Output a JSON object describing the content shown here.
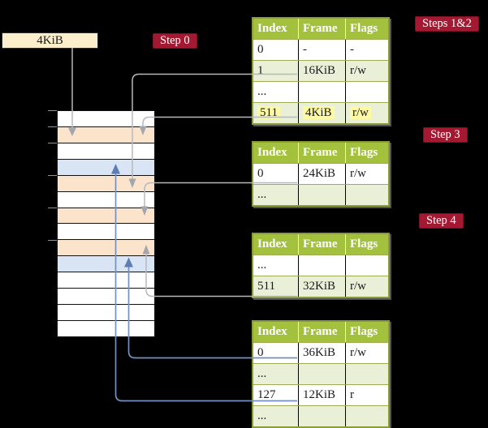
{
  "legend_box": {
    "label": "4KiB"
  },
  "badges": {
    "step0": "Step 0",
    "steps12": "Steps 1&2",
    "step3": "Step 3",
    "step4": "Step 4"
  },
  "table_headers": [
    "Index",
    "Frame",
    "Flags"
  ],
  "tables": [
    {
      "label": "page-table-steps-1-2",
      "rows": [
        {
          "cells": [
            "0",
            "-",
            "-"
          ],
          "shade": false,
          "highlight": false
        },
        {
          "cells": [
            "1",
            "16KiB",
            "r/w"
          ],
          "shade": true,
          "highlight": false
        },
        {
          "cells": [
            "...",
            "",
            ""
          ],
          "shade": false,
          "highlight": false
        },
        {
          "cells": [
            "511",
            "4KiB",
            "r/w"
          ],
          "shade": true,
          "highlight": true
        }
      ]
    },
    {
      "label": "page-table-step-3",
      "rows": [
        {
          "cells": [
            "0",
            "24KiB",
            "r/w"
          ],
          "shade": false,
          "highlight": false
        },
        {
          "cells": [
            "...",
            "",
            ""
          ],
          "shade": true,
          "highlight": false
        }
      ]
    },
    {
      "label": "page-table-step-4",
      "rows": [
        {
          "cells": [
            "...",
            "",
            ""
          ],
          "shade": false,
          "highlight": false
        },
        {
          "cells": [
            "511",
            "32KiB",
            "r/w"
          ],
          "shade": true,
          "highlight": false
        }
      ]
    },
    {
      "label": "page-table-final",
      "rows": [
        {
          "cells": [
            "0",
            "36KiB",
            "r/w"
          ],
          "shade": false,
          "highlight": false
        },
        {
          "cells": [
            "...",
            "",
            ""
          ],
          "shade": true,
          "highlight": false
        },
        {
          "cells": [
            "127",
            "12KiB",
            "r"
          ],
          "shade": false,
          "highlight": false
        },
        {
          "cells": [
            "...",
            "",
            ""
          ],
          "shade": true,
          "highlight": false
        }
      ]
    }
  ],
  "memory_rows": [
    "white",
    "peach",
    "white",
    "blue",
    "peach",
    "white",
    "peach",
    "white",
    "peach",
    "blue",
    "white",
    "white",
    "white",
    "white"
  ],
  "colors": {
    "header_green": "#a4c13e",
    "row_green": "#eaf0d8",
    "table_border": "#8a9b39",
    "badge_red": "#a31932",
    "frame_peach": "#fce4cc",
    "frame_blue": "#d9e5f4",
    "legend_cream": "#fcefcc",
    "highlight_yellow": "#fdf9a3",
    "gray_arrow": "#b6b9bc",
    "blue_arrow": "#6f8dc0"
  }
}
